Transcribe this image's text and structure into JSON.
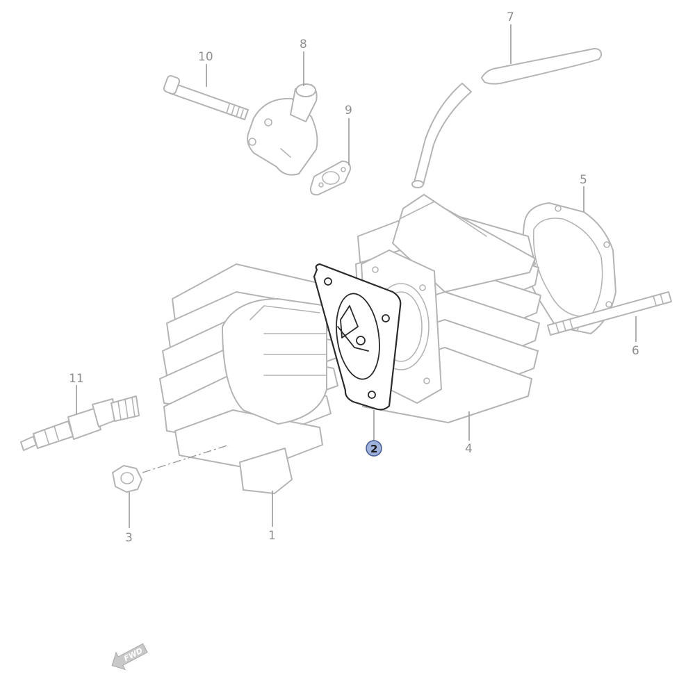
{
  "colors": {
    "part_stroke": "#b4b4b4",
    "highlight_stroke": "#2a2a2a",
    "callout_text": "#8f8f8f",
    "highlight_badge_fill": "#9fb2dc",
    "highlight_badge_stroke": "#4a5f99"
  },
  "callouts": {
    "c1": "1",
    "c2": "2",
    "c3": "3",
    "c4": "4",
    "c5": "5",
    "c6": "6",
    "c7": "7",
    "c8": "8",
    "c9": "9",
    "c10": "10",
    "c11": "11"
  },
  "highlighted_part": "2",
  "fwd_label": "FWD",
  "icons": {
    "fwd": "arrow-left-icon"
  }
}
